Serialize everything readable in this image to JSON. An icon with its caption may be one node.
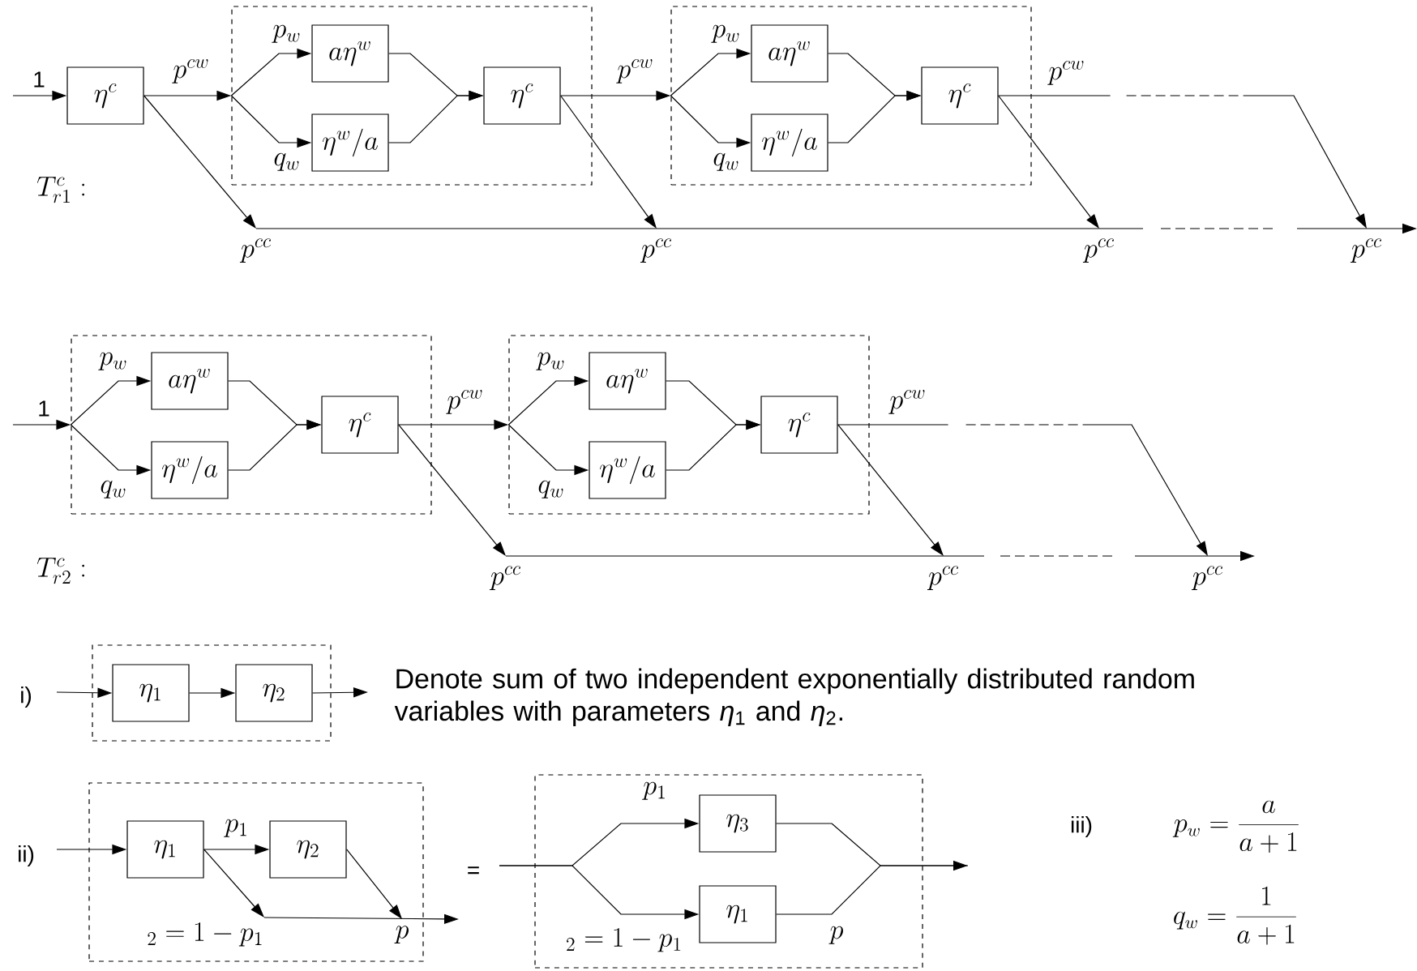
{
  "diagram": {
    "nodes": [
      {
        "text": [
          "\\eta^{c}"
        ]
      },
      {
        "text": [],
        "shape": "box"
      },
      {
        "text": [
          "a\\eta^{w}"
        ],
        "in": 1
      },
      {
        "text": [
          "\\eta^{w}/a"
        ],
        "in": 1
      },
      {
        "text": [
          "\\eta^{c}"
        ],
        "in": 1
      },
      {
        "text": [],
        "shape": "box"
      },
      {
        "text": [
          "a\\eta^{w}"
        ],
        "in": 5
      },
      {
        "text": [
          "\\eta^{w}/a"
        ],
        "in": 5
      },
      {
        "text": [
          "\\eta^{c}"
        ],
        "in": 5
      },
      {
        "text": [
          "p^{cc}"
        ]
      },
      {
        "text": [
          "p^{cc}"
        ]
      },
      {
        "text": [
          "p^{cc}"
        ]
      },
      {
        "text": [
          "p^{cc}"
        ]
      },
      {
        "text": [],
        "shape": "box"
      },
      {
        "text": [
          "a\\eta^{w}"
        ],
        "in": 13
      },
      {
        "text": [
          "\\eta^{w}/a"
        ],
        "in": 13
      },
      {
        "text": [
          "\\eta^{c}"
        ],
        "in": 13
      },
      {
        "text": [],
        "shape": "box"
      },
      {
        "text": [
          "a\\eta^{w}"
        ],
        "in": 17
      },
      {
        "text": [
          "\\eta^{w}/a"
        ],
        "in": 17
      },
      {
        "text": [
          "\\eta^{c}"
        ],
        "in": 17
      },
      {
        "text": [
          "p^{cc}"
        ]
      },
      {
        "text": [
          "p^{cc}"
        ]
      },
      {
        "text": [
          "p^{cc}"
        ]
      },
      {
        "text": [],
        "shape": "box"
      },
      {
        "text": [
          "\\eta_{1}"
        ],
        "in": 24
      },
      {
        "text": [
          "\\eta_{2}"
        ],
        "in": 24
      },
      {
        "text": [],
        "shape": "box"
      },
      {
        "text": [
          "\\eta_{1}"
        ],
        "in": 27
      },
      {
        "text": [
          "\\eta_{2}"
        ],
        "in": 27
      },
      {
        "text": [
          "{}_{2} = 1 - p_{1}"
        ],
        "in": 27
      },
      {
        "text": [
          "p"
        ],
        "in": 27
      },
      {
        "text": [],
        "shape": "box"
      },
      {
        "text": [
          "\\eta_{3}"
        ],
        "in": 32
      },
      {
        "text": [
          "\\eta_{1}"
        ],
        "in": 32
      }
    ],
    "edges": [
      {
        "from": null,
        "to": 0,
        "arrow": "to",
        "label": "1"
      },
      {
        "from": 0,
        "to": 1,
        "arrow": "to",
        "label": "p^{cw}"
      },
      {
        "from": 1,
        "to": 2,
        "arrow": "to",
        "label": "p_{w}"
      },
      {
        "from": 1,
        "to": 3,
        "arrow": "to",
        "label": "q_{w}"
      },
      {
        "from": 2,
        "to": 4,
        "arrow": "to"
      },
      {
        "from": 3,
        "to": 4,
        "arrow": "to"
      },
      {
        "from": 4,
        "to": 5,
        "arrow": "to",
        "label": "p^{cw}"
      },
      {
        "from": 5,
        "to": 6,
        "arrow": "to",
        "label": "p_{w}"
      },
      {
        "from": 5,
        "to": 7,
        "arrow": "to",
        "label": "q_{w}"
      },
      {
        "from": 6,
        "to": 8,
        "arrow": "to"
      },
      {
        "from": 7,
        "to": 8,
        "arrow": "to"
      },
      {
        "from": 8,
        "to": 12,
        "arrow": "to",
        "label": "p^{cw}",
        "style": "dashed"
      },
      {
        "from": 0,
        "to": 9,
        "arrow": "to"
      },
      {
        "from": 4,
        "to": 10,
        "arrow": "to"
      },
      {
        "from": 8,
        "to": 11,
        "arrow": "to"
      },
      {
        "from": null,
        "to": 13,
        "arrow": "to",
        "label": "1"
      },
      {
        "from": 13,
        "to": 14,
        "arrow": "to",
        "label": "p_{w}"
      },
      {
        "from": 13,
        "to": 15,
        "arrow": "to",
        "label": "q_{w}"
      },
      {
        "from": 14,
        "to": 16,
        "arrow": "to"
      },
      {
        "from": 15,
        "to": 16,
        "arrow": "to"
      },
      {
        "from": 16,
        "to": 17,
        "arrow": "to",
        "label": "p^{cw}"
      },
      {
        "from": 17,
        "to": 18,
        "arrow": "to",
        "label": "p_{w}"
      },
      {
        "from": 17,
        "to": 19,
        "arrow": "to",
        "label": "q_{w}"
      },
      {
        "from": 18,
        "to": 20,
        "arrow": "to"
      },
      {
        "from": 19,
        "to": 20,
        "arrow": "to"
      },
      {
        "from": 20,
        "to": 23,
        "arrow": "to",
        "label": "p^{cw}",
        "style": "dashed"
      },
      {
        "from": 16,
        "to": 21,
        "arrow": "to"
      },
      {
        "from": 20,
        "to": 22,
        "arrow": "to"
      },
      {
        "from": null,
        "to": 25,
        "arrow": "to"
      },
      {
        "from": 25,
        "to": 26,
        "arrow": "to"
      },
      {
        "from": 26,
        "to": null,
        "arrow": "to"
      },
      {
        "from": null,
        "to": 28,
        "arrow": "to"
      },
      {
        "from": 28,
        "to": 29,
        "arrow": "to",
        "label": "p_{1}"
      },
      {
        "from": 28,
        "to": 30,
        "arrow": "to"
      },
      {
        "from": 29,
        "to": 31,
        "arrow": "to"
      },
      {
        "from": null,
        "to": 33,
        "arrow": "to",
        "label": "p_{1}"
      },
      {
        "from": null,
        "to": 34,
        "arrow": "to"
      },
      {
        "from": 33,
        "to": null,
        "arrow": "none"
      },
      {
        "from": 34,
        "to": null,
        "arrow": "to"
      },
      {
        "from": 9,
        "to": 12,
        "arrow": "to",
        "style": "dashed"
      },
      {
        "from": 21,
        "to": 23,
        "arrow": "to",
        "style": "dashed"
      },
      {
        "from": 30,
        "to": null,
        "arrow": "to"
      }
    ],
    "labels": [
      "T^{c}_{r1}:",
      "T^{c}_{r2}:",
      "i)",
      "Denote sum of two independent exponentially distributed random variables with parameters *η*$_{1}$ and *η*$_{2}$.",
      "ii)",
      "=",
      "{}_{2} = 1 - p_{1}",
      "p",
      "iii)",
      "p_{w} = \\frac{a}{a+1}",
      "q_{w} = \\frac{1}{a+1}"
    ]
  }
}
